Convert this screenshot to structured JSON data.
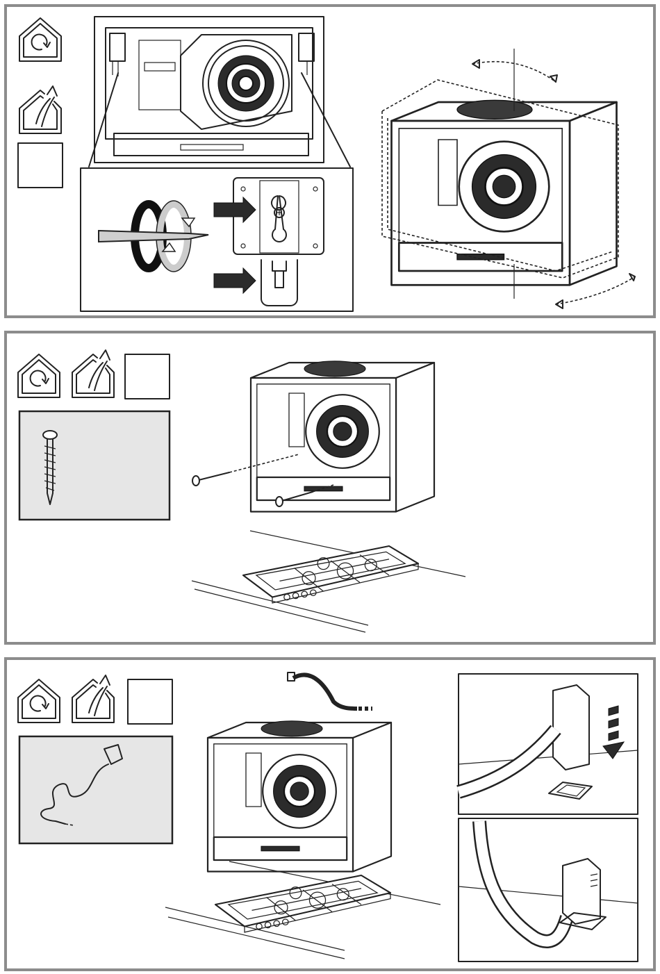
{
  "panels": [
    {
      "id": "step-1",
      "icons": [
        "replace-house-icon",
        "exhaust-house-icon",
        "blank-mode-box"
      ],
      "illustrations": [
        "hood-front-view",
        "bracket-detail",
        "screwdriver-rotate-icon",
        "hood-rotation-perspective"
      ]
    },
    {
      "id": "step-2",
      "icons": [
        "replace-house-icon",
        "exhaust-house-icon",
        "blank-mode-box"
      ],
      "illustrations": [
        "screw-part-box",
        "hood-perspective",
        "wall-screws",
        "gas-hob"
      ]
    },
    {
      "id": "step-3",
      "icons": [
        "replace-house-icon",
        "exhaust-house-icon",
        "blank-mode-box"
      ],
      "illustrations": [
        "power-cable-part-box",
        "hood-perspective",
        "cable",
        "gas-hob",
        "plug-insert-detail",
        "plug-connected-detail"
      ]
    }
  ],
  "colors": {
    "frame": "#8c8c8c",
    "part_box": "#e6e6e6",
    "ink": "#222222"
  }
}
